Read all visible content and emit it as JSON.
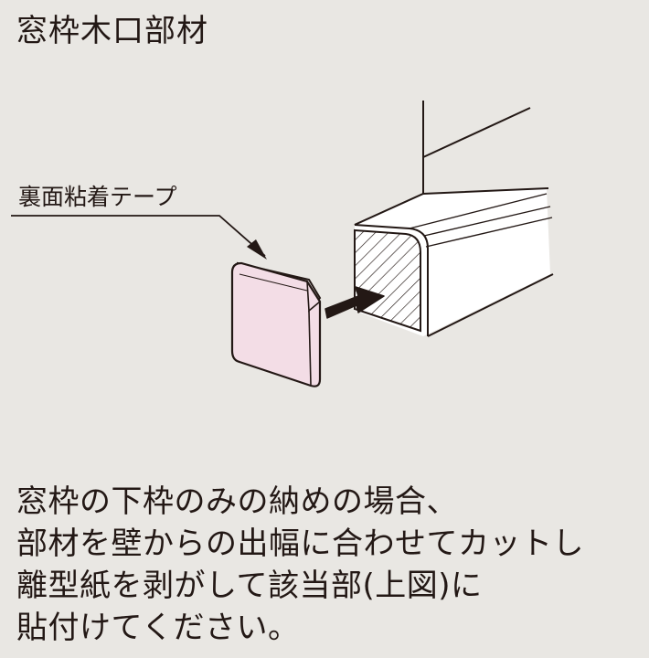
{
  "title": "窓枠木口部材",
  "diagram": {
    "callout_label": "裏面粘着テープ",
    "colors": {
      "background": "#e9e7e3",
      "line": "#231815",
      "end_cap_fill": "#f3dde6",
      "member_fill": "#ffffff"
    }
  },
  "description": {
    "lines": [
      "窓枠の下枠のみの納めの場合、",
      "部材を壁からの出幅に合わせてカットし",
      "離型紙を剥がして該当部(上図)に",
      "貼付けてください。"
    ]
  }
}
